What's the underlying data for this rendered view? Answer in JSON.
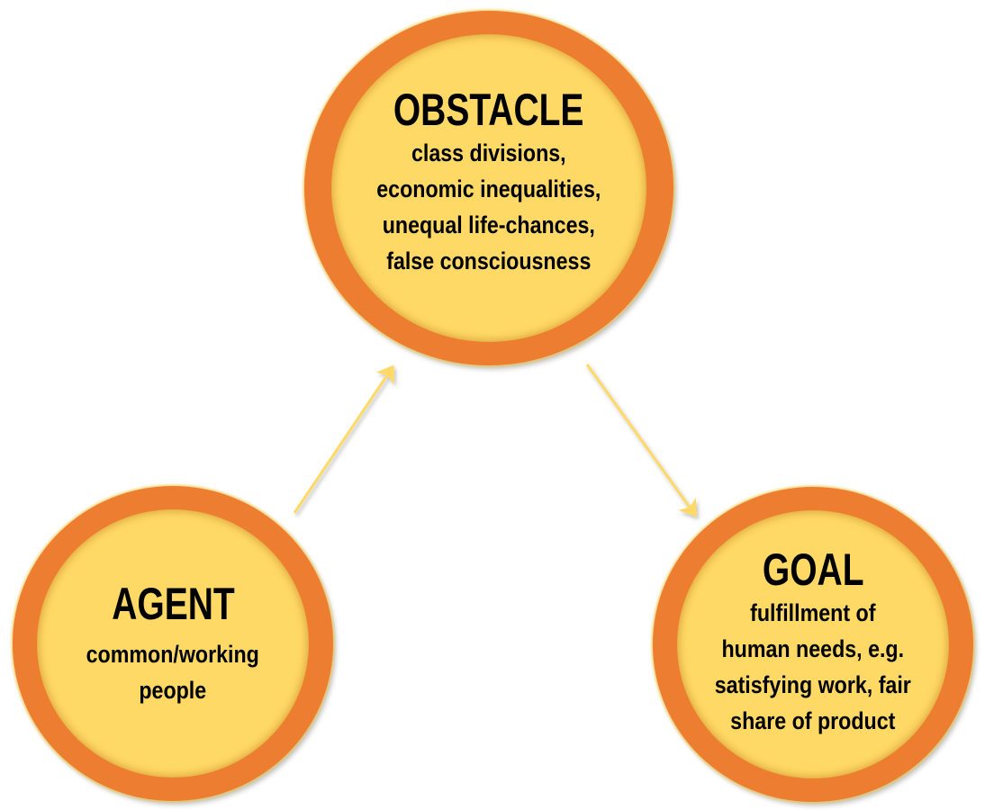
{
  "colors": {
    "ring": "#ED7D31",
    "fill": "#FFD966",
    "arrow": "#FFD966"
  },
  "nodes": {
    "obstacle": {
      "title": "OBSTACLE",
      "desc": "class divisions,\neconomic inequalities,\nunequal life-chances,\nfalse consciousness"
    },
    "agent": {
      "title": "AGENT",
      "desc": "common/working\npeople"
    },
    "goal": {
      "title": "GOAL",
      "desc": "fulfillment of\nhuman needs, e.g.\nsatisfying work, fair\nshare of product"
    }
  }
}
